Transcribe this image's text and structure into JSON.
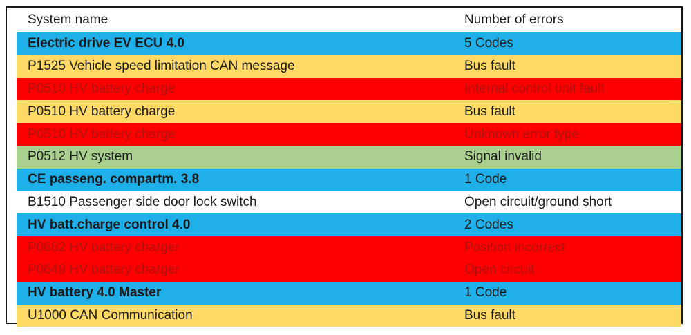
{
  "table": {
    "header": {
      "system_name": "System name",
      "errors": "Number of errors"
    },
    "colors": {
      "blue": "#1fb0ea",
      "yellow": "#ffd966",
      "red": "#ff0000",
      "green": "#a9d08e",
      "white": "#ffffff"
    },
    "rows": [
      {
        "system": "Electric drive EV ECU 4.0",
        "errors": "5 Codes",
        "bg": "blue",
        "bold": true
      },
      {
        "system": "P1525 Vehicle speed limitation CAN message",
        "errors": "Bus fault",
        "bg": "yellow"
      },
      {
        "system": "P0510 HV battery charge",
        "errors": "Internal control unit fault",
        "bg": "red"
      },
      {
        "system": "P0510 HV battery charge",
        "errors": "Bus fault",
        "bg": "yellow"
      },
      {
        "system": "P0510 HV battery charge",
        "errors": "Unknown error type",
        "bg": "red"
      },
      {
        "system": "P0512 HV system",
        "errors": "Signal invalid",
        "bg": "green"
      },
      {
        "system": "CE passeng. compartm. 3.8",
        "errors": "1 Code",
        "bg": "blue",
        "bold": true
      },
      {
        "system": "B1510 Passenger side door lock switch",
        "errors": "Open circuit/ground short",
        "bg": "white"
      },
      {
        "system": "HV batt.charge control 4.0",
        "errors": " 2 Codes",
        "bg": "blue",
        "bold": true
      },
      {
        "system": "P0662 HV battery charger",
        "errors": "Position incorrect",
        "bg": "red"
      },
      {
        "system": "P0649 HV battery charger",
        "errors": "Open circuit",
        "bg": "red"
      },
      {
        "system": "HV battery 4.0 Master",
        "errors": "1 Code",
        "bg": "blue",
        "bold": true
      },
      {
        "system": "U1000 CAN Communication",
        "errors": "Bus fault",
        "bg": "yellow"
      }
    ]
  }
}
